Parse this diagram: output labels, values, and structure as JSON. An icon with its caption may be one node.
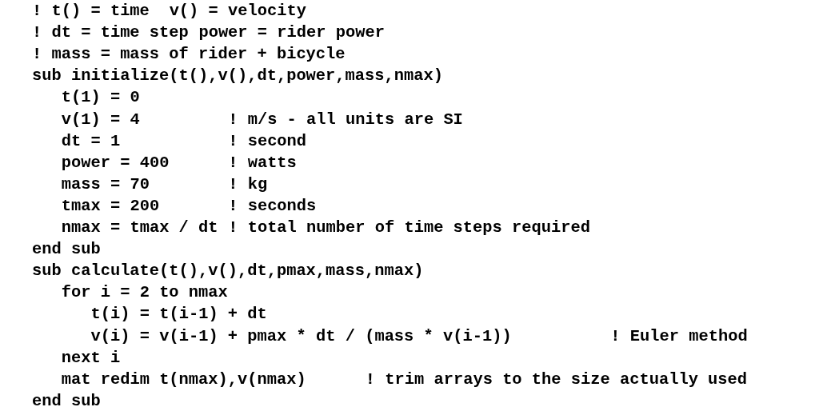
{
  "diagram": {
    "labels": [
      "! t() = time",
      "v() = velocity",
      "! dt = time step",
      "power = rider power",
      "! mass = mass of rider + bicycle",
      "sub initialize(t(),v(),dt,power,mass,nmax)",
      "t(1) = 0",
      "v(1) = 4",
      "! m/s - all units are SI",
      "dt = 1",
      "! second",
      "power = 400",
      "! watts",
      "mass = 70",
      "! kg",
      "tmax = 200",
      "! seconds",
      "nmax = tmax / dt",
      "! total number of time steps required",
      "end sub",
      "sub calculate(t(),v(),dt,pmax,mass,nmax)",
      "for i = 2 to nmax",
      "t(i) = t(i-1) + dt",
      "v(i) = v(i-1) + pmax * dt / (mass * v(i-1))",
      "! Euler method",
      "next i",
      "mat redim t(nmax),v(nmax)",
      "! trim arrays to the size actually used",
      "end sub"
    ]
  }
}
